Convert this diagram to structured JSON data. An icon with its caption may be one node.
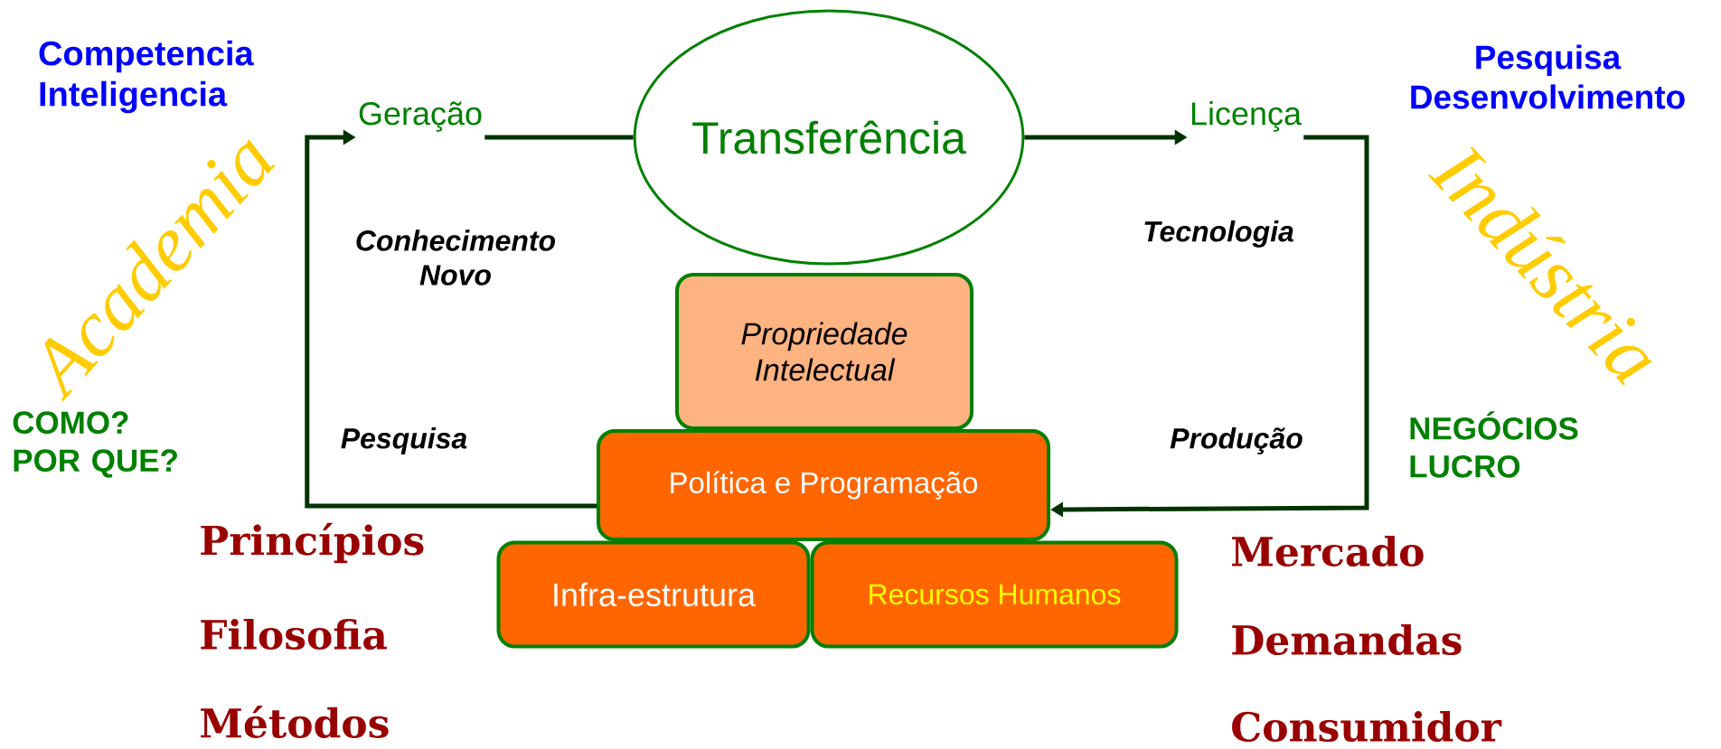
{
  "diagram": {
    "nodes": [
      {
        "text": [
          "Transferência"
        ]
      },
      {
        "text": [
          "Propriedade Intelectual"
        ]
      },
      {
        "text": [
          "Política e Programação"
        ]
      },
      {
        "text": [
          "Infra-estrutura"
        ]
      },
      {
        "text": [
          "Recursos Humanos"
        ]
      },
      {
        "text": [
          "Geração"
        ]
      },
      {
        "text": [
          "Licença"
        ]
      }
    ],
    "edges": [
      {
        "from": 2,
        "to": 5,
        "arrow": "to"
      },
      {
        "from": 5,
        "to": 0,
        "arrow": "none"
      },
      {
        "from": 0,
        "to": 6,
        "arrow": "to"
      },
      {
        "from": 6,
        "to": 2,
        "arrow": "to"
      }
    ],
    "labels": [
      "Competencia Inteligencia",
      "Pesquisa Desenvolvimento",
      "Conhecimento Novo",
      "Tecnologia",
      "COMO? POR QUE?",
      "Pesquisa",
      "Produção",
      "NEGÓCIOS LUCRO",
      "Princípios",
      "Filosofia",
      "Métodos",
      "Mercado",
      "Demandas",
      "Consumidor",
      "Academia",
      "Indústria"
    ]
  }
}
